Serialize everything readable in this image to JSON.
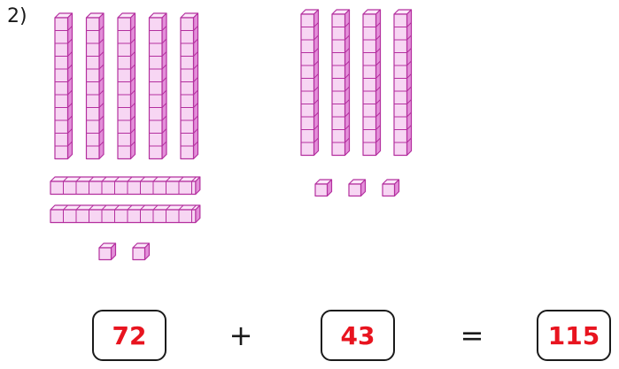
{
  "problem_number": "2)",
  "left_group": {
    "tens": 7,
    "ones": 2
  },
  "right_group": {
    "tens": 4,
    "ones": 3
  },
  "equation": {
    "addend1": "72",
    "plus_sign": "+",
    "addend2": "43",
    "equals_sign": "=",
    "sum": "115"
  },
  "colors": {
    "block_fill": "#f7d6f3",
    "block_top": "#fbe8f9",
    "block_side": "#e38fd9",
    "block_stroke": "#b4309f",
    "answer_text": "#e8141f"
  }
}
